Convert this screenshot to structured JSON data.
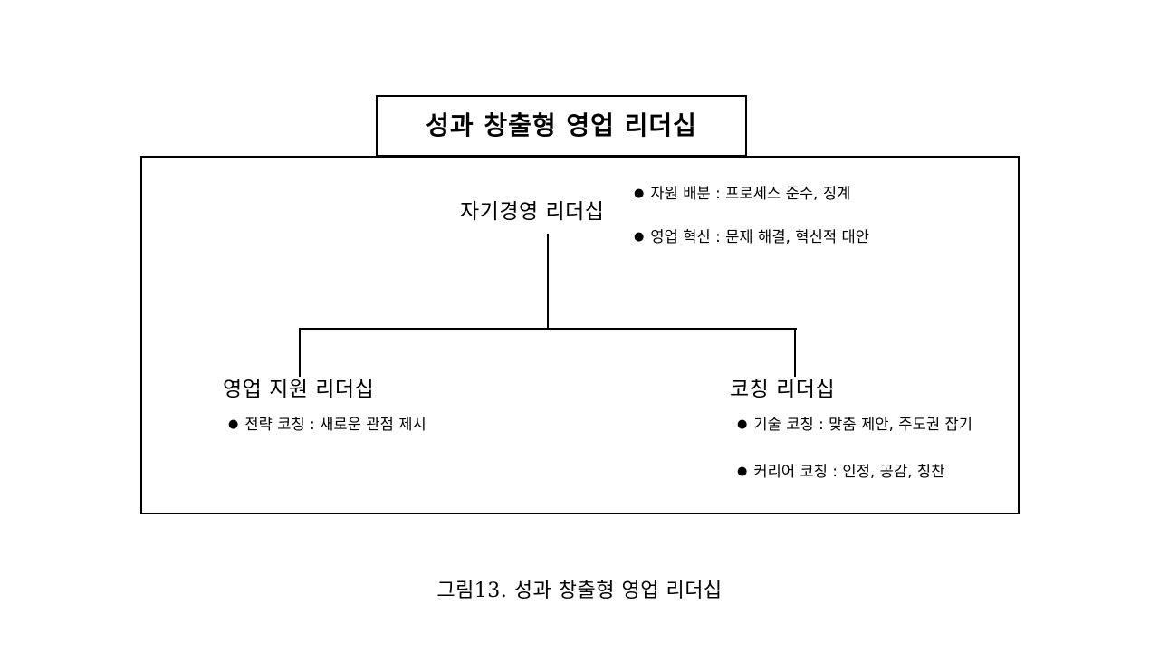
{
  "figure": {
    "title": "성과 창출형 영업 리더십",
    "caption": "그림13. 성과 창출형 영업 리더십",
    "bullet_glyph": "●",
    "colors": {
      "background": "#ffffff",
      "line": "#000000",
      "text": "#000000"
    }
  },
  "nodes": {
    "root": {
      "label": "자기경영 리더십",
      "bullets": [
        "자원 배분 : 프로세스 준수, 징계",
        "영업  혁신 : 문제 해결, 혁신적 대안"
      ]
    },
    "support": {
      "label": "영업 지원 리더십",
      "bullets": [
        "전략 코칭 : 새로운 관점 제시"
      ]
    },
    "coaching": {
      "label": "코칭 리더십",
      "bullets": [
        "기술 코칭 : 맞춤 제안, 주도권 잡기",
        "커리어 코칭 : 인정, 공감, 칭찬"
      ]
    }
  }
}
